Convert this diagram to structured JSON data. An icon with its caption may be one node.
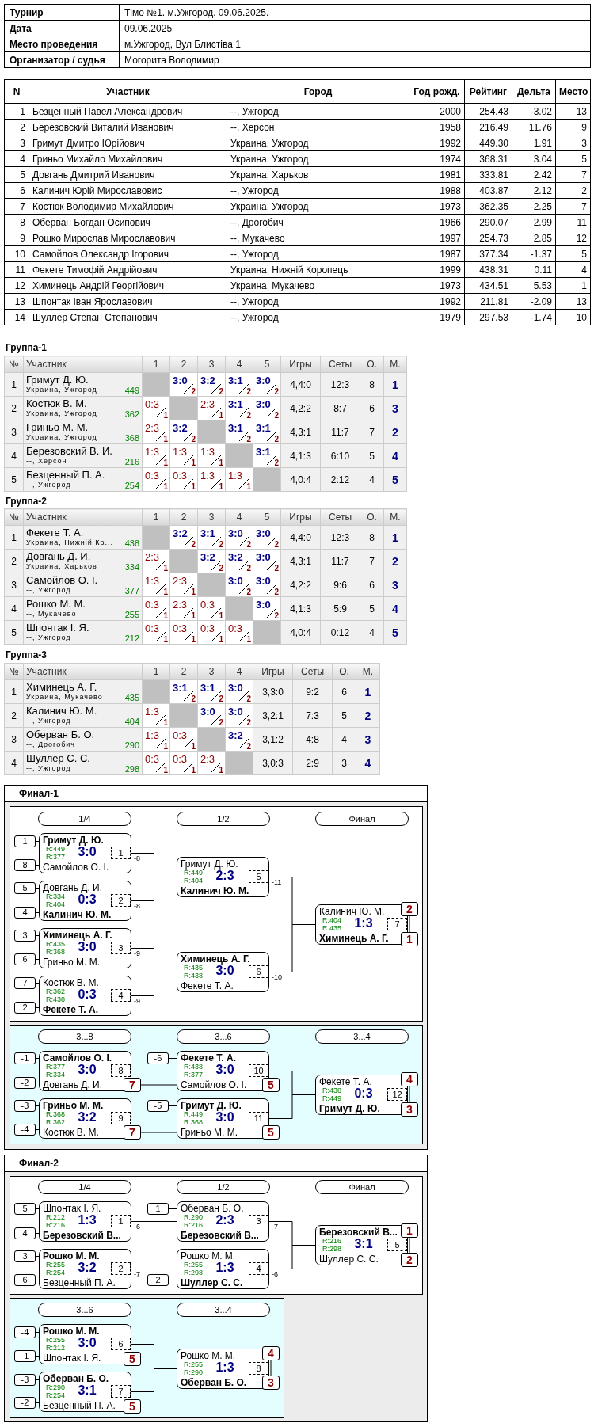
{
  "diagram": {
    "nodes": [
      {
        "text": [
          "Финал-1"
        ]
      },
      {
        "text": [],
        "shape": "box",
        "in": 0
      },
      {
        "text": [
          "1/4"
        ],
        "in": 1
      },
      {
        "text": [
          "1/2"
        ],
        "in": 1
      },
      {
        "text": [
          "Финал"
        ],
        "in": 1
      },
      {
        "text": [
          "1"
        ],
        "in": 1
      },
      {
        "text": [
          "8"
        ],
        "in": 1
      },
      {
        "text": [
          "Гримут Д. Ю.",
          "R:449",
          "R:377",
          "3:0",
          "Самойлов О. І."
        ],
        "beside": [
          "-8"
        ],
        "in": 1
      },
      {
        "text": [
          "1"
        ],
        "in": 7
      },
      {
        "text": [
          "5"
        ],
        "in": 1
      },
      {
        "text": [
          "4"
        ],
        "in": 1
      },
      {
        "text": [
          "Довгань Д. И.",
          "R:334",
          "R:404",
          "0:3",
          "Калинич Ю. М."
        ],
        "beside": [
          "-8"
        ],
        "in": 1
      },
      {
        "text": [
          "2"
        ],
        "in": 11
      },
      {
        "text": [
          "3"
        ],
        "in": 1
      },
      {
        "text": [
          "6"
        ],
        "in": 1
      },
      {
        "text": [
          "Химинець А. Г.",
          "R:435",
          "R:368",
          "3:0",
          "Гриньо М. М."
        ],
        "beside": [
          "-9"
        ],
        "in": 1
      },
      {
        "text": [
          "3"
        ],
        "in": 15
      },
      {
        "text": [
          "7"
        ],
        "in": 1
      },
      {
        "text": [
          "2"
        ],
        "in": 1
      },
      {
        "text": [
          "Костюк В. М.",
          "R:362",
          "R:438",
          "0:3",
          "Фекете Т. А."
        ],
        "beside": [
          "-9"
        ],
        "in": 1
      },
      {
        "text": [
          "4"
        ],
        "in": 19
      },
      {
        "text": [
          "Гримут Д. Ю.",
          "R:449",
          "R:404",
          "2:3",
          "Калинич Ю. М."
        ],
        "beside": [
          "-11"
        ],
        "in": 1
      },
      {
        "text": [
          "5"
        ],
        "in": 21
      },
      {
        "text": [
          "Химинець А. Г.",
          "R:435",
          "R:438",
          "3:0",
          "Фекете Т. А."
        ],
        "beside": [
          "-10"
        ],
        "in": 1
      },
      {
        "text": [
          "6"
        ],
        "in": 23
      },
      {
        "text": [
          "Калинич Ю. М.",
          "R:404",
          "R:435",
          "1:3",
          "Химинець А. Г."
        ],
        "in": 1
      },
      {
        "text": [
          "7"
        ],
        "in": 25
      },
      {
        "text": [
          "2"
        ],
        "in": 1
      },
      {
        "text": [
          "1"
        ],
        "in": 1
      },
      {
        "text": [],
        "shape": "box",
        "in": 0
      },
      {
        "text": [
          "3...8"
        ],
        "in": 29
      },
      {
        "text": [
          "3...6"
        ],
        "in": 29
      },
      {
        "text": [
          "3...4"
        ],
        "in": 29
      },
      {
        "text": [
          "-1"
        ],
        "in": 29
      },
      {
        "text": [
          "-2"
        ],
        "in": 29
      },
      {
        "text": [
          "Самойлов О. І.",
          "R:377",
          "R:334",
          "3:0",
          "Довгань Д. И."
        ],
        "in": 29
      },
      {
        "text": [
          "8"
        ],
        "in": 35
      },
      {
        "text": [
          "7"
        ],
        "in": 29
      },
      {
        "text": [
          "-3"
        ],
        "in": 29
      },
      {
        "text": [
          "-4"
        ],
        "in": 29
      },
      {
        "text": [
          "Гриньо М. М.",
          "R:368",
          "R:362",
          "3:2",
          "Костюк В. М."
        ],
        "in": 29
      },
      {
        "text": [
          "9"
        ],
        "in": 40
      },
      {
        "text": [
          "7"
        ],
        "in": 29
      },
      {
        "text": [
          "-6"
        ],
        "in": 29
      },
      {
        "text": [
          "Фекете Т. А.",
          "R:438",
          "R:377",
          "3:0",
          "Самойлов О. І."
        ],
        "in": 29
      },
      {
        "text": [
          "10"
        ],
        "in": 44
      },
      {
        "text": [
          "5"
        ],
        "in": 29
      },
      {
        "text": [
          "-5"
        ],
        "in": 29
      },
      {
        "text": [
          "Гримут Д. Ю.",
          "R:449",
          "R:368",
          "3:0",
          "Гриньо М. М."
        ],
        "in": 29
      },
      {
        "text": [
          "11"
        ],
        "in": 48
      },
      {
        "text": [
          "5"
        ],
        "in": 29
      },
      {
        "text": [
          "Фекете Т. А.",
          "R:438",
          "R:449",
          "0:3",
          "Гримут Д. Ю."
        ],
        "in": 29
      },
      {
        "text": [
          "12"
        ],
        "in": 51
      },
      {
        "text": [
          "4"
        ],
        "in": 29
      },
      {
        "text": [
          "3"
        ],
        "in": 29
      },
      {
        "text": [
          "Финал-2"
        ]
      },
      {
        "text": [],
        "shape": "box",
        "in": 55
      },
      {
        "text": [
          "1/4"
        ],
        "in": 56
      },
      {
        "text": [
          "1/2"
        ],
        "in": 56
      },
      {
        "text": [
          "Финал"
        ],
        "in": 56
      },
      {
        "text": [
          "5"
        ],
        "in": 56
      },
      {
        "text": [
          "4"
        ],
        "in": 56
      },
      {
        "text": [
          "Шпонтак І. Я.",
          "R:212",
          "R:216",
          "1:3",
          "Березовский В..."
        ],
        "beside": [
          "-6"
        ],
        "in": 56
      },
      {
        "text": [
          "1"
        ],
        "in": 62
      },
      {
        "text": [
          "3"
        ],
        "in": 56
      },
      {
        "text": [
          "6"
        ],
        "in": 56
      },
      {
        "text": [
          "Рошко М. М.",
          "R:255",
          "R:254",
          "3:2",
          "Безценный П. А."
        ],
        "beside": [
          "-7"
        ],
        "in": 56
      },
      {
        "text": [
          "2"
        ],
        "in": 66
      },
      {
        "text": [
          "1"
        ],
        "in": 56
      },
      {
        "text": [
          "Оберван Б. О.",
          "R:290",
          "R:216",
          "2:3",
          "Березовский В..."
        ],
        "beside": [
          "-7"
        ],
        "in": 56
      },
      {
        "text": [
          "3"
        ],
        "in": 69
      },
      {
        "text": [
          "2"
        ],
        "in": 56
      },
      {
        "text": [
          "Рошко М. М.",
          "R:255",
          "R:298",
          "1:3",
          "Шуллер С. С."
        ],
        "beside": [
          "-6"
        ],
        "in": 56
      },
      {
        "text": [
          "4"
        ],
        "in": 72
      },
      {
        "text": [
          "Березовский В...",
          "R:216",
          "R:298",
          "3:1",
          "Шуллер С. С."
        ],
        "in": 56
      },
      {
        "text": [
          "5"
        ],
        "in": 74
      },
      {
        "text": [
          "1"
        ],
        "in": 56
      },
      {
        "text": [
          "2"
        ],
        "in": 56
      },
      {
        "text": [],
        "shape": "box",
        "in": 55
      },
      {
        "text": [
          "3...6"
        ],
        "in": 78
      },
      {
        "text": [
          "3...4"
        ],
        "in": 78
      },
      {
        "text": [
          "-4"
        ],
        "in": 78
      },
      {
        "text": [
          "-1"
        ],
        "in": 78
      },
      {
        "text": [
          "Рошко М. М.",
          "R:255",
          "R:212",
          "3:0",
          "Шпонтак І. Я."
        ],
        "in": 78
      },
      {
        "text": [
          "6"
        ],
        "in": 83
      },
      {
        "text": [
          "5"
        ],
        "in": 78
      },
      {
        "text": [
          "-3"
        ],
        "in": 78
      },
      {
        "text": [
          "-2"
        ],
        "in": 78
      },
      {
        "text": [
          "Оберван Б. О.",
          "R:290",
          "R:254",
          "3:1",
          "Безценный П. А."
        ],
        "in": 78
      },
      {
        "text": [
          "7"
        ],
        "in": 88
      },
      {
        "text": [
          "5"
        ],
        "in": 78
      },
      {
        "text": [
          "Рошко М. М.",
          "R:255",
          "R:290",
          "1:3",
          "Оберван Б. О."
        ],
        "in": 78
      },
      {
        "text": [
          "8"
        ],
        "in": 91
      },
      {
        "text": [
          "4"
        ],
        "in": 78
      },
      {
        "text": [
          "3"
        ],
        "in": 78
      }
    ],
    "edges": [
      {
        "from": 5,
        "to": 7,
        "arrow": "none"
      },
      {
        "from": 6,
        "to": 7,
        "arrow": "none"
      },
      {
        "from": 9,
        "to": 11,
        "arrow": "none"
      },
      {
        "from": 10,
        "to": 11,
        "arrow": "none"
      },
      {
        "from": 13,
        "to": 15,
        "arrow": "none"
      },
      {
        "from": 14,
        "to": 15,
        "arrow": "none"
      },
      {
        "from": 17,
        "to": 19,
        "arrow": "none"
      },
      {
        "from": 18,
        "to": 19,
        "arrow": "none"
      },
      {
        "from": 7,
        "to": 21,
        "arrow": "none"
      },
      {
        "from": 11,
        "to": 21,
        "arrow": "none"
      },
      {
        "from": 15,
        "to": 23,
        "arrow": "none"
      },
      {
        "from": 19,
        "to": 23,
        "arrow": "none"
      },
      {
        "from": 21,
        "to": 25,
        "arrow": "none"
      },
      {
        "from": 23,
        "to": 25,
        "arrow": "none"
      },
      {
        "from": 27,
        "to": 28,
        "arrow": "none"
      },
      {
        "from": 33,
        "to": 35,
        "arrow": "none"
      },
      {
        "from": 34,
        "to": 35,
        "arrow": "none"
      },
      {
        "from": 38,
        "to": 40,
        "arrow": "none"
      },
      {
        "from": 39,
        "to": 40,
        "arrow": "none"
      },
      {
        "from": 43,
        "to": 44,
        "arrow": "none"
      },
      {
        "from": 37,
        "to": 44,
        "arrow": "none"
      },
      {
        "from": 47,
        "to": 48,
        "arrow": "none"
      },
      {
        "from": 42,
        "to": 48,
        "arrow": "none"
      },
      {
        "from": 44,
        "to": 51,
        "arrow": "none"
      },
      {
        "from": 48,
        "to": 51,
        "arrow": "none"
      },
      {
        "from": 53,
        "to": 54,
        "arrow": "none"
      },
      {
        "from": 60,
        "to": 62,
        "arrow": "none"
      },
      {
        "from": 61,
        "to": 62,
        "arrow": "none"
      },
      {
        "from": 64,
        "to": 66,
        "arrow": "none"
      },
      {
        "from": 65,
        "to": 66,
        "arrow": "none"
      },
      {
        "from": 68,
        "to": 69,
        "arrow": "none"
      },
      {
        "from": 62,
        "to": 69,
        "arrow": "none"
      },
      {
        "from": 71,
        "to": 72,
        "arrow": "none"
      },
      {
        "from": 66,
        "to": 72,
        "arrow": "none"
      },
      {
        "from": 69,
        "to": 74,
        "arrow": "none"
      },
      {
        "from": 72,
        "to": 74,
        "arrow": "none"
      },
      {
        "from": 76,
        "to": 77,
        "arrow": "none"
      },
      {
        "from": 81,
        "to": 83,
        "arrow": "none"
      },
      {
        "from": 82,
        "to": 83,
        "arrow": "none"
      },
      {
        "from": 86,
        "to": 88,
        "arrow": "none"
      },
      {
        "from": 87,
        "to": 88,
        "arrow": "none"
      },
      {
        "from": 83,
        "to": 91,
        "arrow": "none"
      },
      {
        "from": 88,
        "to": 91,
        "arrow": "none"
      },
      {
        "from": 93,
        "to": 94,
        "arrow": "none"
      }
    ],
    "labels": [
      "Турнир",
      "Тімо №1. м.Ужгород. 09.06.2025.",
      "Дата",
      "09.06.2025",
      "Место проведения",
      "м.Ужгород, Вул Блистіва 1",
      "Организатор / судья",
      "Могорита Володимир",
      "N",
      "Участник",
      "Город",
      "Год рожд.",
      "Рейтинг",
      "Дельта",
      "Место",
      "1",
      "Безценный Павел Александрович",
      "--, Ужгород",
      "2000",
      "254.43",
      "-3.02",
      "13",
      "2",
      "Березовский Виталий Иванович",
      "--, Херсон",
      "1958",
      "216.49",
      "11.76",
      "9",
      "3",
      "Гримут Дмитро Юрійович",
      "Украина, Ужгород",
      "1992",
      "449.30",
      "1.91",
      "3",
      "4",
      "Гриньо Михайло Михайлович",
      "Украина, Ужгород",
      "1974",
      "368.31",
      "3.04",
      "5",
      "5",
      "Довгань Дмитрий Иванович",
      "Украина, Харьков",
      "1981",
      "333.81",
      "2.42",
      "7",
      "6",
      "Калинич Юрій Мирославовис",
      "--, Ужгород",
      "1988",
      "403.87",
      "2.12",
      "2",
      "7",
      "Костюк Володимир Михайлович",
      "Украина, Ужгород",
      "1973",
      "362.35",
      "-2.25",
      "7",
      "8",
      "Оберван Богдан Осипович",
      "--, Дрогобич",
      "1966",
      "290.07",
      "2.99",
      "11",
      "9",
      "Рошко Мирослав Мирославович",
      "--, Мукачево",
      "1997",
      "254.73",
      "2.85",
      "12",
      "10",
      "Самойлов Олександр Ігорович",
      "--, Ужгород",
      "1987",
      "377.34",
      "-1.37",
      "5",
      "11",
      "Фекете Тимофій Андрійович",
      "Украина, Нижній Коропець",
      "1999",
      "438.31",
      "0.11",
      "4",
      "12",
      "Химинець Андрій Георгійович",
      "Украина, Мукачево",
      "1973",
      "434.51",
      "5.53",
      "1",
      "13",
      "Шпонтак Іван Ярославович",
      "--, Ужгород",
      "1992",
      "211.81",
      "-2.09",
      "13",
      "14",
      "Шуллер Степан Степанович",
      "--, Ужгород",
      "1979",
      "297.53",
      "-1.74",
      "10",
      "Группа-1",
      "№",
      "Участник",
      "1",
      "2",
      "3",
      "4",
      "5",
      "Игры",
      "Сеты",
      "О.",
      "М.",
      "1",
      "Гримут Д. Ю.",
      "Украина, Ужгород",
      "449",
      "3:0",
      "2",
      "3:2",
      "2",
      "3:1",
      "2",
      "3:0",
      "2",
      "4,4:0",
      "12:3",
      "8",
      "1",
      "2",
      "Костюк В. М.",
      "Украина, Ужгород",
      "362",
      "0:3",
      "1",
      "2:3",
      "1",
      "3:1",
      "2",
      "3:0",
      "2",
      "4,2:2",
      "8:7",
      "6",
      "3",
      "3",
      "Гриньо М. М.",
      "Украина, Ужгород",
      "368",
      "2:3",
      "1",
      "3:2",
      "2",
      "3:1",
      "2",
      "3:1",
      "2",
      "4,3:1",
      "11:7",
      "7",
      "2",
      "4",
      "Березовский В. И.",
      "--, Херсон",
      "216",
      "1:3",
      "1",
      "1:3",
      "1",
      "1:3",
      "1",
      "3:1",
      "2",
      "4,1:3",
      "6:10",
      "5",
      "4",
      "5",
      "Безценный П. А.",
      "--, Ужгород",
      "254",
      "0:3",
      "1",
      "0:3",
      "1",
      "1:3",
      "1",
      "1:3",
      "1",
      "4,0:4",
      "2:12",
      "4",
      "5",
      "Группа-2",
      "№",
      "Участник",
      "1",
      "2",
      "3",
      "4",
      "5",
      "Игры",
      "Сеты",
      "О.",
      "М.",
      "1",
      "Фекете Т. А.",
      "Украина, Нижній Ко...",
      "438",
      "3:2",
      "2",
      "3:1",
      "2",
      "3:0",
      "2",
      "3:0",
      "2",
      "4,4:0",
      "12:3",
      "8",
      "1",
      "2",
      "Довгань Д. И.",
      "Украина, Харьков",
      "334",
      "2:3",
      "1",
      "3:2",
      "2",
      "3:2",
      "2",
      "3:0",
      "2",
      "4,3:1",
      "11:7",
      "7",
      "2",
      "3",
      "Самойлов О. І.",
      "--, Ужгород",
      "377",
      "1:3",
      "1",
      "2:3",
      "1",
      "3:0",
      "2",
      "3:0",
      "2",
      "4,2:2",
      "9:6",
      "6",
      "3",
      "4",
      "Рошко М. М.",
      "--, Мукачево",
      "255",
      "0:3",
      "1",
      "2:3",
      "1",
      "0:3",
      "1",
      "3:0",
      "2",
      "4,1:3",
      "5:9",
      "5",
      "4",
      "5",
      "Шпонтак І. Я.",
      "--, Ужгород",
      "212",
      "0:3",
      "1",
      "0:3",
      "1",
      "0:3",
      "1",
      "0:3",
      "1",
      "4,0:4",
      "0:12",
      "4",
      "5",
      "Группа-3",
      "№",
      "Участник",
      "1",
      "2",
      "3",
      "4",
      "Игры",
      "Сеты",
      "О.",
      "М.",
      "1",
      "Химинець А. Г.",
      "Украина, Мукачево",
      "435",
      "3:1",
      "2",
      "3:1",
      "2",
      "3:0",
      "2",
      "3,3:0",
      "9:2",
      "6",
      "1",
      "2",
      "Калинич Ю. М.",
      "--, Ужгород",
      "404",
      "1:3",
      "1",
      "3:0",
      "2",
      "3:0",
      "2",
      "3,2:1",
      "7:3",
      "5",
      "2",
      "3",
      "Оберван Б. О.",
      "--, Дрогобич",
      "290",
      "1:3",
      "1",
      "0:3",
      "1",
      "3:2",
      "2",
      "3,1:2",
      "4:8",
      "4",
      "3",
      "4",
      "Шуллер С. С.",
      "--, Ужгород",
      "298",
      "0:3",
      "1",
      "0:3",
      "1",
      "2:3",
      "1",
      "3,0:3",
      "2:9",
      "3",
      "4"
    ]
  }
}
